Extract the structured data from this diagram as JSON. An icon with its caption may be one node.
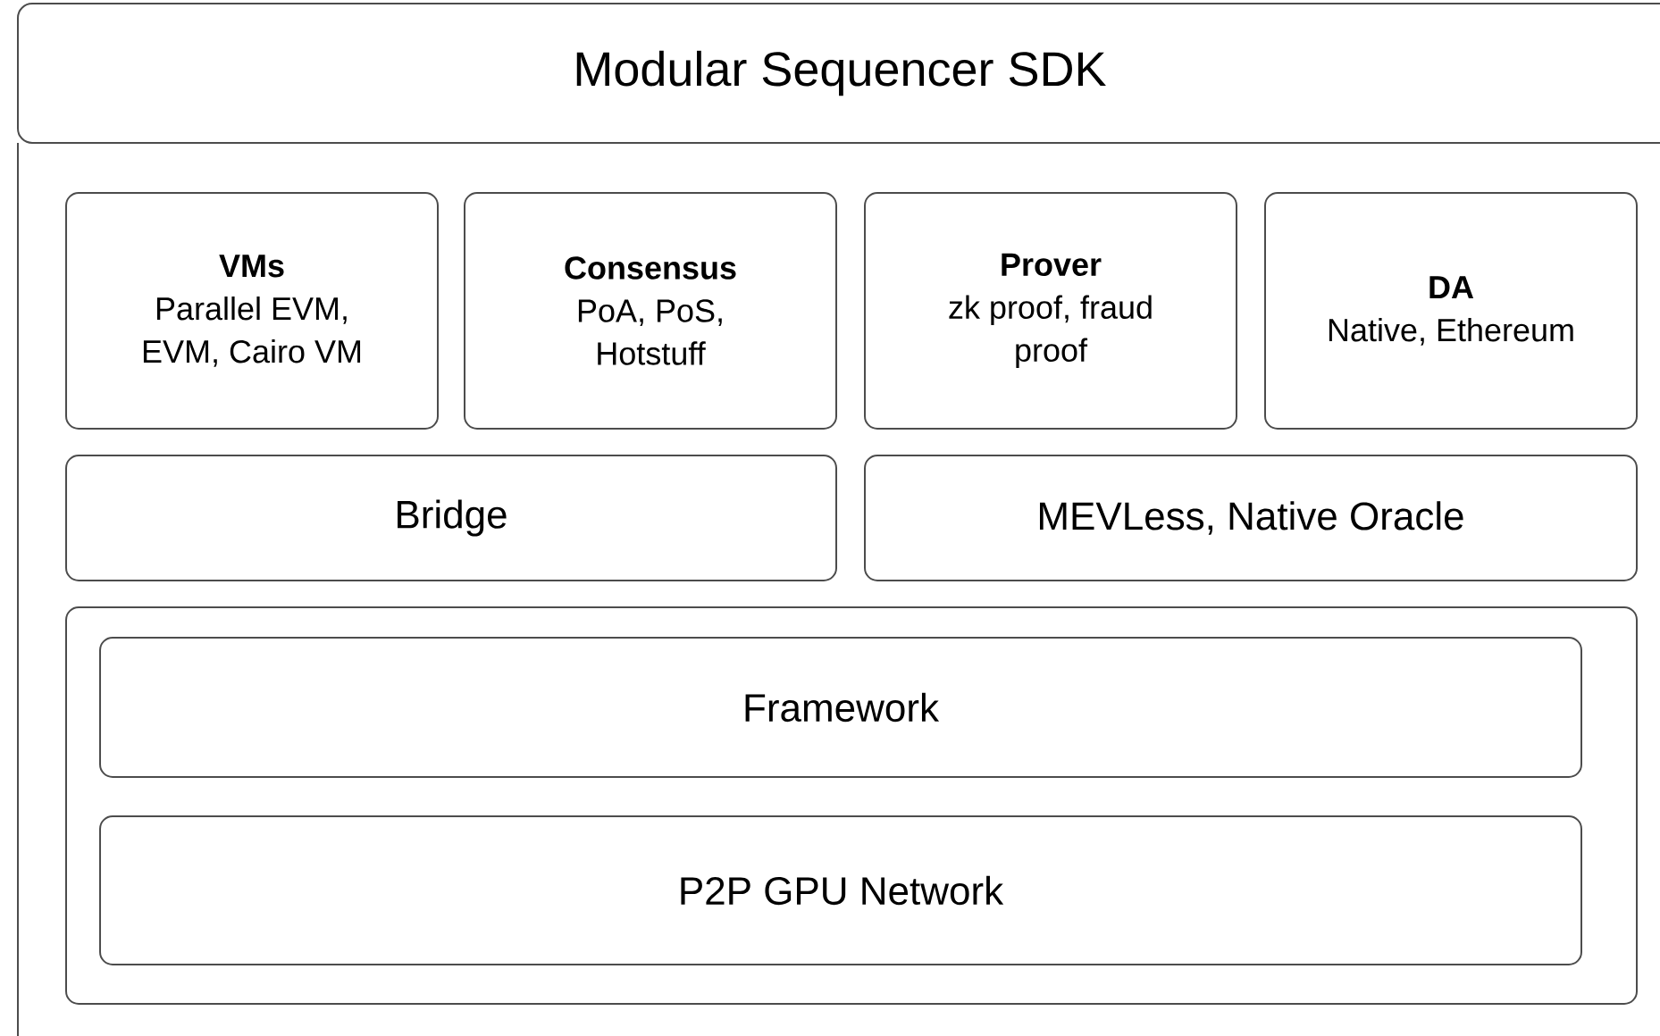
{
  "diagram": {
    "title": "Modular Sequencer SDK",
    "nodes": [
      {
        "text": [
          "VMs",
          "Parallel EVM, EVM, Cairo VM"
        ]
      },
      {
        "text": [
          "Consensus",
          "PoA, PoS, Hotstuff"
        ]
      },
      {
        "text": [
          "Prover",
          "zk proof, fraud proof"
        ]
      },
      {
        "text": [
          "DA",
          "Native, Ethereum"
        ]
      },
      {
        "text": [
          "Bridge"
        ]
      },
      {
        "text": [
          "MEVLess, Native Oracle"
        ]
      },
      {
        "text": [],
        "shape": "box"
      },
      {
        "text": [
          "Framework"
        ],
        "in": 6
      },
      {
        "text": [
          "P2P GPU Network"
        ],
        "in": 6
      }
    ]
  }
}
